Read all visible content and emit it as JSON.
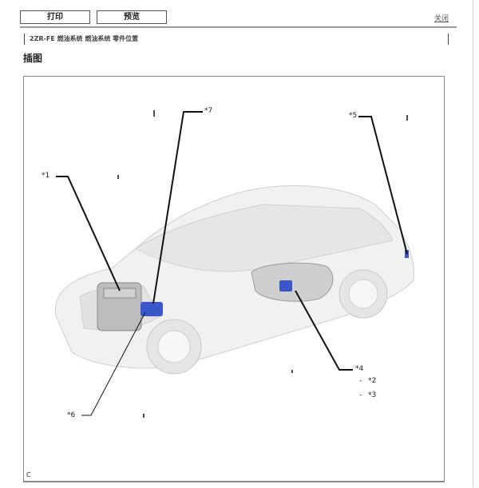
{
  "toolbar": {
    "print_label": "打印",
    "preview_label": "预览",
    "close_label": "关闭"
  },
  "breadcrumb": "2ZR-FE 燃油系统  燃油系统  零件位置",
  "section_title": "插图",
  "figure": {
    "code": "C",
    "callouts": {
      "c1": "*1",
      "c2": "*2",
      "c3": "*3",
      "c4": "*4",
      "c5": "*5",
      "c6": "*6",
      "c7": "*7"
    },
    "dash": "-"
  },
  "colors": {
    "highlight": "#3a56c8",
    "leader": "#111111",
    "car_body": "#f0f0f0"
  }
}
